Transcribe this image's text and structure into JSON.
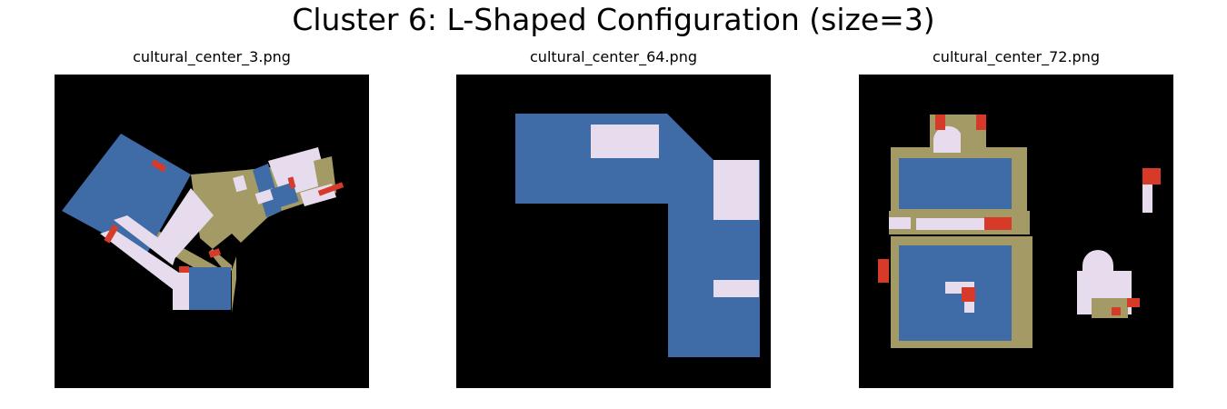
{
  "figure": {
    "title": "Cluster 6: L-Shaped Configuration (size=3)"
  },
  "panels": [
    {
      "title": "cultural_center_3.png"
    },
    {
      "title": "cultural_center_64.png"
    },
    {
      "title": "cultural_center_72.png"
    }
  ],
  "colors": {
    "background": "#000000",
    "room_blue": "#3f6ba6",
    "corridor_tan": "#a39a66",
    "light_lilac": "#e7dcee",
    "accent_red": "#d83a2a"
  }
}
